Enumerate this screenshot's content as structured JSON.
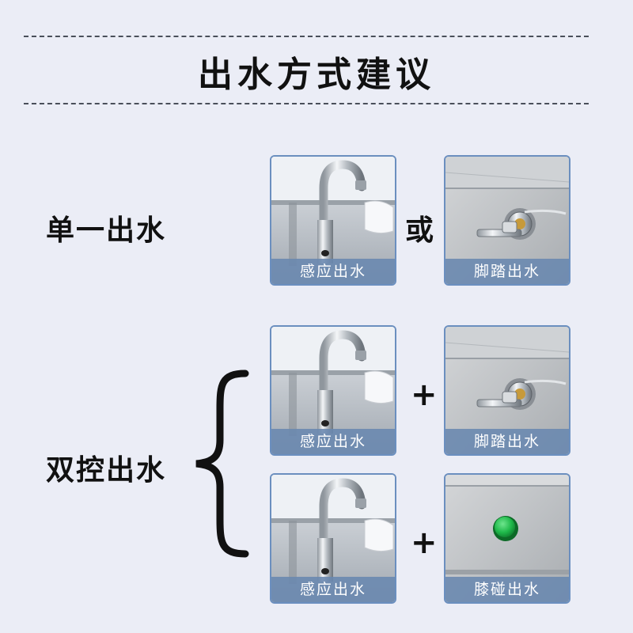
{
  "title": "出水方式建议",
  "rows": [
    {
      "label": "单一出水",
      "operator": "或",
      "left_caption": "感应出水",
      "right_caption": "脚踏出水"
    },
    {
      "label": "双控出水",
      "operator": "+",
      "left_caption": "感应出水",
      "right_caption": "脚踏出水"
    },
    {
      "operator": "+",
      "left_caption": "感应出水",
      "right_caption": "膝碰出水"
    }
  ],
  "colors": {
    "background": "#ebedf6",
    "card_border": "#6b8fbf",
    "caption_bg": "#6987af",
    "knee_button": "#19b84a"
  },
  "icons": [
    "faucet-icon",
    "foot-pedal-icon",
    "knee-button-icon",
    "brace-icon"
  ]
}
